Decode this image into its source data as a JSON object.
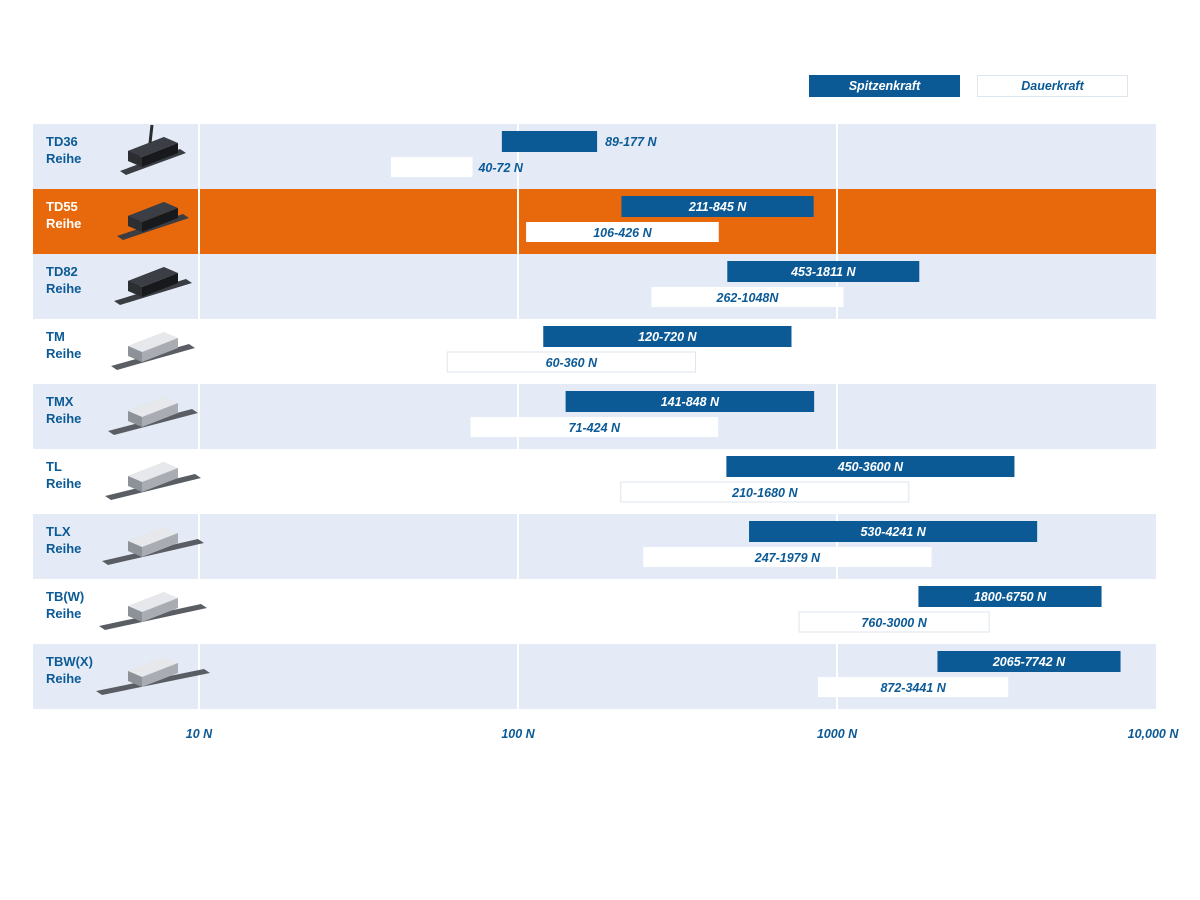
{
  "legend": {
    "peak_label": "Spitzenkraft",
    "continuous_label": "Dauerkraft"
  },
  "colors": {
    "peak_bar": "#0b5a96",
    "continuous_bar": "#ffffff",
    "row_shaded": "#e4ebf7",
    "row_plain": "#ffffff",
    "row_highlight": "#e8690c",
    "text_blue": "#0b5a96",
    "text_on_highlight": "#ffffff"
  },
  "chart_data": {
    "type": "bar",
    "orientation": "horizontal floating range (min-max)",
    "x_scale": "log",
    "xlim": [
      10,
      10000
    ],
    "x_ticks": [
      {
        "value": 10,
        "label": "10 N"
      },
      {
        "value": 100,
        "label": "100 N"
      },
      {
        "value": 1000,
        "label": "1000 N"
      },
      {
        "value": 10000,
        "label": "10,000 N"
      }
    ],
    "grid": "vertical lines at 10, 100, 1000 N",
    "legend_placement": "top-right",
    "categories": [
      {
        "name": "TD36",
        "sub": "Reihe",
        "highlight": false,
        "peak": [
          89,
          177
        ],
        "peak_label": "89-177 N",
        "cont": [
          40,
          72
        ],
        "cont_label": "40-72 N"
      },
      {
        "name": "TD55",
        "sub": "Reihe",
        "highlight": true,
        "peak": [
          211,
          845
        ],
        "peak_label": "211-845 N",
        "cont": [
          106,
          426
        ],
        "cont_label": "106-426 N"
      },
      {
        "name": "TD82",
        "sub": "Reihe",
        "highlight": false,
        "peak": [
          453,
          1811
        ],
        "peak_label": "453-1811 N",
        "cont": [
          262,
          1048
        ],
        "cont_label": "262-1048N"
      },
      {
        "name": "TM",
        "sub": "Reihe",
        "highlight": false,
        "peak": [
          120,
          720
        ],
        "peak_label": "120-720 N",
        "cont": [
          60,
          360
        ],
        "cont_label": "60-360 N"
      },
      {
        "name": "TMX",
        "sub": "Reihe",
        "highlight": false,
        "peak": [
          141,
          848
        ],
        "peak_label": "141-848 N",
        "cont": [
          71,
          424
        ],
        "cont_label": "71-424 N"
      },
      {
        "name": "TL",
        "sub": "Reihe",
        "highlight": false,
        "peak": [
          450,
          3600
        ],
        "peak_label": "450-3600 N",
        "cont": [
          210,
          1680
        ],
        "cont_label": "210-1680 N"
      },
      {
        "name": "TLX",
        "sub": "Reihe",
        "highlight": false,
        "peak": [
          530,
          4241
        ],
        "peak_label": "530-4241 N",
        "cont": [
          247,
          1979
        ],
        "cont_label": "247-1979 N"
      },
      {
        "name": "TB(W)",
        "sub": "Reihe",
        "highlight": false,
        "peak": [
          1800,
          6750
        ],
        "peak_label": "1800-6750 N",
        "cont": [
          760,
          3000
        ],
        "cont_label": "760-3000 N"
      },
      {
        "name": "TBW(X)",
        "sub": "Reihe",
        "highlight": false,
        "peak": [
          2065,
          7742
        ],
        "peak_label": "2065-7742 N",
        "cont": [
          872,
          3441
        ],
        "cont_label": "872-3441 N"
      }
    ]
  }
}
